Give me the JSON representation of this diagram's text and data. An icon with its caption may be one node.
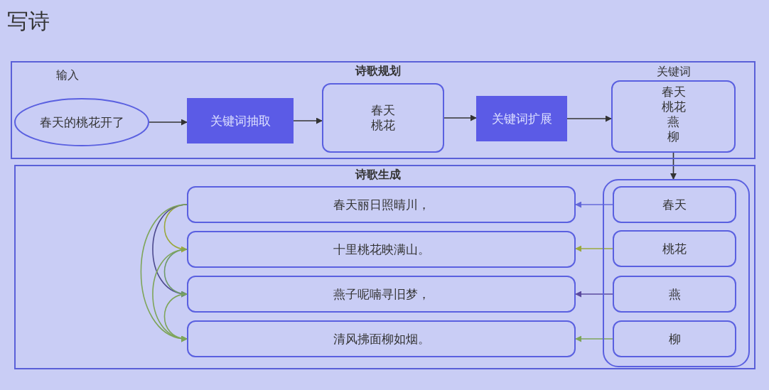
{
  "diagram": {
    "title": "写诗",
    "nodes": [
      {
        "text": [
          "诗歌规划"
        ]
      },
      {
        "text": [
          "输入",
          "春天的桃花开了"
        ],
        "in": 0
      },
      {
        "text": [
          "关键词抽取"
        ],
        "in": 0
      },
      {
        "text": [
          "春天",
          "桃花"
        ],
        "in": 0
      },
      {
        "text": [
          "关键词扩展"
        ],
        "in": 0
      },
      {
        "text": [
          "关键词",
          "春天",
          "桃花",
          "燕",
          "柳"
        ],
        "in": 0
      },
      {
        "text": [
          "诗歌生成"
        ]
      },
      {
        "text": [
          "春天丽日照晴川，"
        ],
        "in": 6
      },
      {
        "text": [
          "十里桃花映满山。"
        ],
        "in": 6
      },
      {
        "text": [
          "燕子呢喃寻旧梦，"
        ],
        "in": 6
      },
      {
        "text": [
          "清风拂面柳如烟。"
        ],
        "in": 6
      },
      {
        "text": [],
        "shape": "box",
        "in": 6
      },
      {
        "text": [
          "春天"
        ],
        "in": 11
      },
      {
        "text": [
          "桃花"
        ],
        "in": 11
      },
      {
        "text": [
          "燕"
        ],
        "in": 11
      },
      {
        "text": [
          "柳"
        ],
        "in": 11
      }
    ],
    "edges": [
      {
        "from": 1,
        "to": 2,
        "arrow": "to"
      },
      {
        "from": 2,
        "to": 3,
        "arrow": "to"
      },
      {
        "from": 3,
        "to": 4,
        "arrow": "to"
      },
      {
        "from": 4,
        "to": 5,
        "arrow": "to"
      },
      {
        "from": 5,
        "to": 11,
        "arrow": "to"
      },
      {
        "from": 12,
        "to": 7,
        "arrow": "to",
        "color": "#6468d8"
      },
      {
        "from": 13,
        "to": 8,
        "arrow": "to",
        "color": "#9aa83c"
      },
      {
        "from": 14,
        "to": 9,
        "arrow": "to",
        "color": "#5b4a9e"
      },
      {
        "from": 15,
        "to": 10,
        "arrow": "to",
        "color": "#7ea55a"
      },
      {
        "from": 7,
        "to": 8,
        "arrow": "to",
        "color": "#9aa83c"
      },
      {
        "from": 7,
        "to": 9,
        "arrow": "to",
        "color": "#4d4a8e"
      },
      {
        "from": 7,
        "to": 10,
        "arrow": "to",
        "color": "#7ea55a"
      },
      {
        "from": 8,
        "to": 9,
        "arrow": "to",
        "color": "#6f9a6a"
      },
      {
        "from": 8,
        "to": 10,
        "arrow": "to",
        "color": "#7ea55a"
      },
      {
        "from": 9,
        "to": 10,
        "arrow": "to",
        "color": "#7ea55a"
      }
    ]
  }
}
